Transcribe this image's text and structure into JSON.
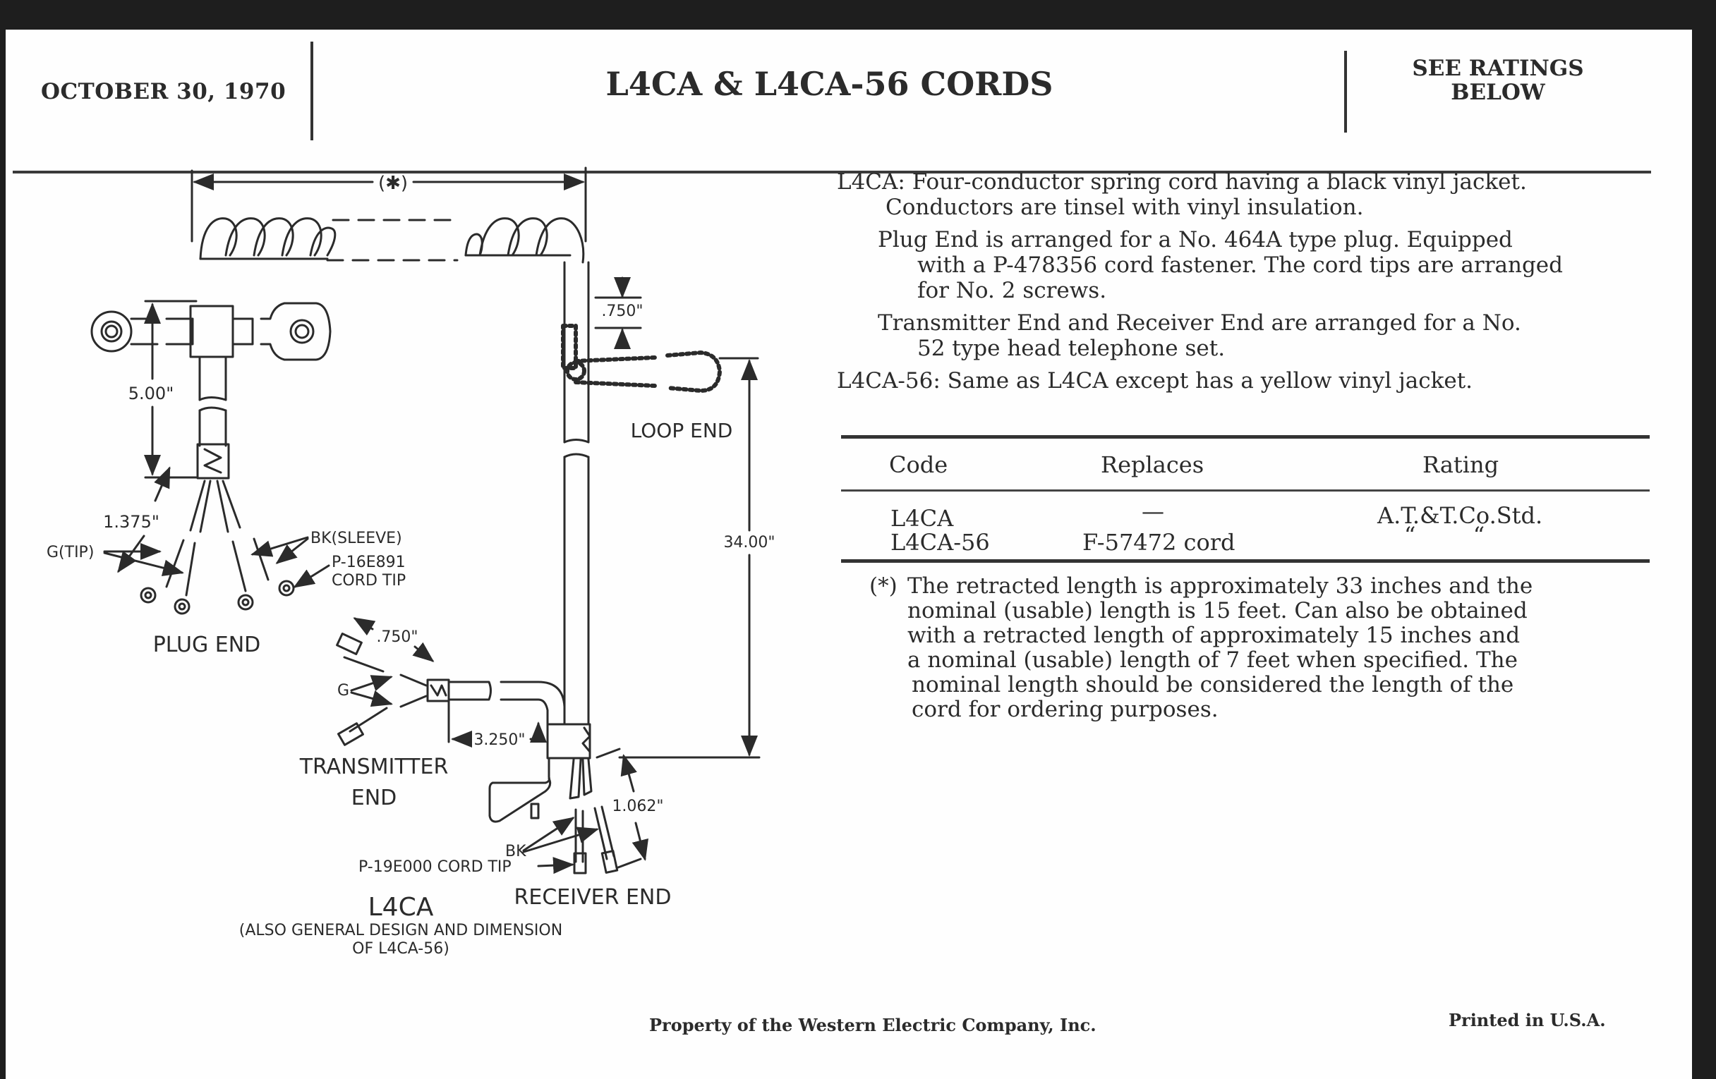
{
  "header": {
    "date": "OCTOBER 30, 1970",
    "title": "L4CA & L4CA-56 CORDS",
    "rating_note_line1": "SEE RATINGS",
    "rating_note_line2": "BELOW"
  },
  "description": {
    "l4ca_label": "L4CA:",
    "l4ca_line1": "Four-conductor spring cord having a black vinyl jacket.",
    "l4ca_line2": "Conductors are tinsel with vinyl insulation.",
    "plug_end": "Plug End is arranged for a No. 464A type plug. Equipped with a P-478356 cord fastener. The cord tips are arranged for No. 2 screws.",
    "plug_end_line1": "Plug End is arranged for a No. 464A type plug.  Equipped",
    "plug_end_line2": "with a P-478356 cord fastener.  The cord tips are arranged",
    "plug_end_line3": "for No. 2 screws.",
    "transmitter_line1": "Transmitter End and Receiver End are arranged for a No.",
    "transmitter_line2": "52 type head telephone set.",
    "l4ca56_label": "L4CA-56:",
    "l4ca56_text": "Same as L4CA except has a yellow vinyl jacket."
  },
  "ratings_table": {
    "headers": [
      "Code",
      "Replaces",
      "Rating"
    ],
    "rows": [
      {
        "code": "L4CA",
        "replaces": "—",
        "rating": "A.T.&T.Co.Std."
      },
      {
        "code": "L4CA-56",
        "replaces": "F-57472 cord",
        "rating": "“        “"
      }
    ]
  },
  "footnote": {
    "marker": "(*)",
    "lines": [
      "The retracted length is approximately 33 inches and the",
      "nominal (usable) length is 15 feet. Can also be obtained",
      "with a retracted length of approximately 15 inches and",
      "a nominal (usable) length of 7 feet when specified. The",
      "nominal length should be considered the length of the",
      "cord for ordering purposes."
    ]
  },
  "drawing": {
    "labels": {
      "retracted_marker": "(✱)",
      "dim_750_top": ".750\"",
      "dim_500": "5.00\"",
      "dim_1375": "1.375\"",
      "g_tip": "G(TIP)",
      "bk_sleeve": "BK(SLEEVE)",
      "p16e891_line1": "P-16E891",
      "p16e891_line2": "CORD TIP",
      "plug_end": "PLUG END",
      "loop_end": "LOOP END",
      "dim_3400": "34.00\"",
      "dim_750_tx": ".750\"",
      "g": "G",
      "dim_3250": "3.250\"",
      "transmitter_end_line1": "TRANSMITTER",
      "transmitter_end_line2": "END",
      "dim_1062": "1.062\"",
      "bk": "BK",
      "p19e000": "P-19E000 CORD TIP",
      "receiver_end": "RECEIVER END"
    },
    "caption_title": "L4CA",
    "caption_line1": "(ALSO GENERAL DESIGN AND DIMENSION",
    "caption_line2": "OF L4CA-56)"
  },
  "footer": {
    "property": "Property of the Western Electric Company, Inc.",
    "printed": "Printed in U.S.A."
  }
}
